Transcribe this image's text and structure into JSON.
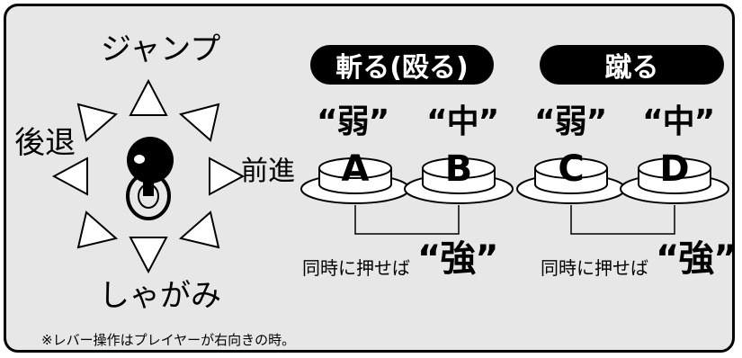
{
  "panel": {
    "directions": {
      "up": "ジャンプ",
      "back": "後退",
      "forward": "前進",
      "down": "しゃがみ"
    },
    "categories": {
      "slash": "斬る(殴る)",
      "kick": "蹴る"
    },
    "buttons": [
      {
        "letter": "A",
        "strength": "“弱”"
      },
      {
        "letter": "B",
        "strength": "“中”"
      },
      {
        "letter": "C",
        "strength": "“弱”"
      },
      {
        "letter": "D",
        "strength": "“中”"
      }
    ],
    "combo": {
      "text": "同時に押せば",
      "result": "“強”"
    },
    "footnote": "※レバー操作はプレイヤーが右向きの時。"
  }
}
